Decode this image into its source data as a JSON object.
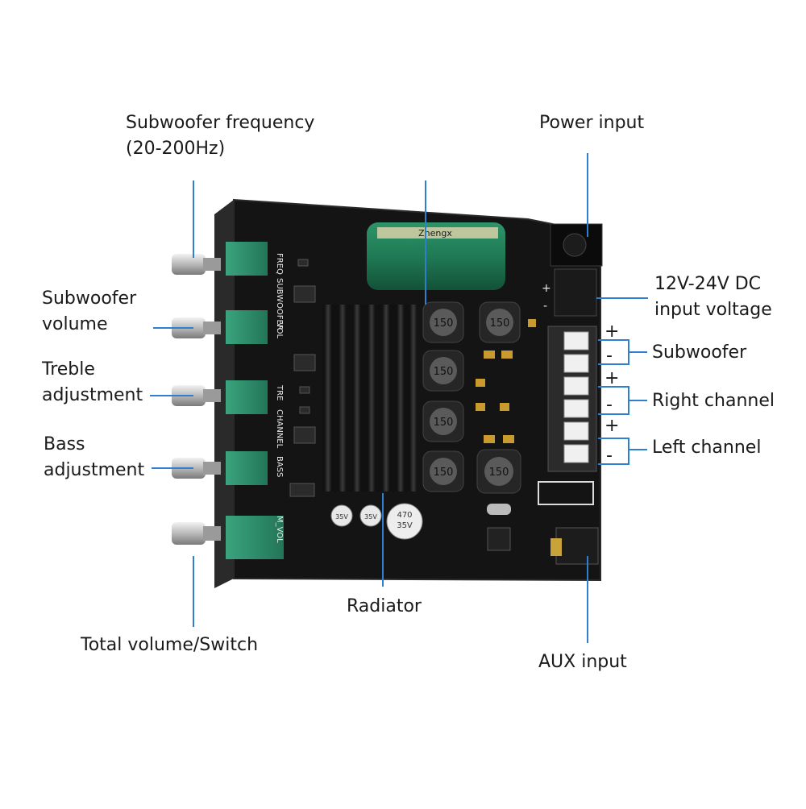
{
  "colors": {
    "callout_line": "#2f7fd0",
    "board": "#141414",
    "pot_green": "#2e8f6e",
    "capacitor_green": "#1f7a55"
  },
  "labels": {
    "subwoofer_frequency": {
      "line1": "Subwoofer frequency",
      "line2": "(20-200Hz)"
    },
    "power_input": "Power input",
    "subwoofer_volume": {
      "line1": "Subwoofer",
      "line2": "volume"
    },
    "dc_voltage": {
      "line1": "12V-24V DC",
      "line2": "input voltage"
    },
    "treble": {
      "line1": "Treble",
      "line2": "adjustment"
    },
    "subwoofer_out": "Subwoofer",
    "right_channel": "Right channel",
    "bass": {
      "line1": "Bass",
      "line2": "adjustment"
    },
    "left_channel": "Left channel",
    "radiator": "Radiator",
    "total_volume": "Total volume/Switch",
    "aux_input": "AUX input"
  },
  "terminal_signs": [
    "+",
    "-",
    "+",
    "-",
    "+",
    "-"
  ],
  "power_signs": [
    "+",
    "-"
  ],
  "board_text": {
    "freq": "FREQ",
    "subwoofer": "SUBWOOFER",
    "vol": "VOL",
    "tre": "TRE",
    "channel": "CHANNEL",
    "bass": "BASS",
    "mvol": "M_VOL",
    "inductor": "150",
    "cap_big": "470",
    "cap_big_v": "35V",
    "cap_small": "35V",
    "brand": "Zhengx"
  }
}
